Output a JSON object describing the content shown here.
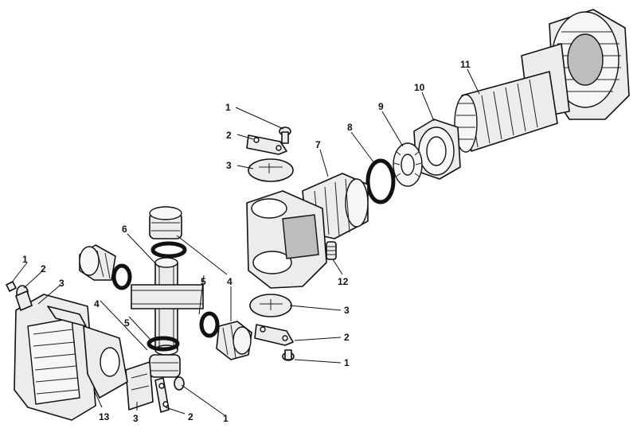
{
  "callouts": [
    {
      "id": "c1a",
      "text": "1"
    },
    {
      "id": "c2a",
      "text": "2"
    },
    {
      "id": "c3a",
      "text": "3"
    },
    {
      "id": "c7",
      "text": "7"
    },
    {
      "id": "c8",
      "text": "8"
    },
    {
      "id": "c9",
      "text": "9"
    },
    {
      "id": "c10",
      "text": "10"
    },
    {
      "id": "c11",
      "text": "11"
    },
    {
      "id": "c6",
      "text": "6"
    },
    {
      "id": "c5a",
      "text": "5"
    },
    {
      "id": "c4a",
      "text": "4"
    },
    {
      "id": "c12",
      "text": "12"
    },
    {
      "id": "c3b",
      "text": "3"
    },
    {
      "id": "c2b",
      "text": "2"
    },
    {
      "id": "c1b",
      "text": "1"
    },
    {
      "id": "c1c",
      "text": "1"
    },
    {
      "id": "c2c",
      "text": "2"
    },
    {
      "id": "c3c",
      "text": "3"
    },
    {
      "id": "c4b",
      "text": "4"
    },
    {
      "id": "c5b",
      "text": "5"
    },
    {
      "id": "c13",
      "text": "13"
    },
    {
      "id": "c3d",
      "text": "3"
    },
    {
      "id": "c2d",
      "text": "2"
    },
    {
      "id": "c1d",
      "text": "1"
    }
  ]
}
